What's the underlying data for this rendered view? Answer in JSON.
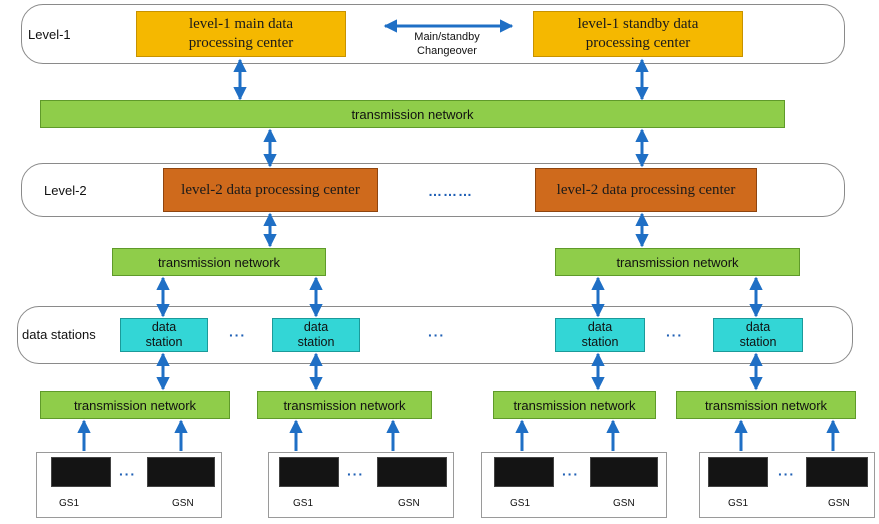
{
  "tiers": {
    "level1": "Level-1",
    "level2": "Level-2",
    "stations": "data stations"
  },
  "level1": {
    "main_center": "level-1 main data processing center",
    "standby_center": "level-1 standby data processing center",
    "changeover_line1": "Main/standby",
    "changeover_line2": "Changeover"
  },
  "level2": {
    "center_left": "level-2 data processing center",
    "center_right": "level-2 data processing center"
  },
  "networks": {
    "top": "transmission network",
    "mid_left": "transmission network",
    "mid_right": "transmission network",
    "bottom_1": "transmission network",
    "bottom_2": "transmission network",
    "bottom_3": "transmission network",
    "bottom_4": "transmission network"
  },
  "stations": [
    {
      "line1": "data",
      "line2": "station"
    },
    {
      "line1": "data",
      "line2": "station"
    },
    {
      "line1": "data",
      "line2": "station"
    },
    {
      "line1": "data",
      "line2": "station"
    }
  ],
  "ground_stations": {
    "first": "GS1",
    "last": "GSN"
  },
  "ellipsis": "………",
  "ellipsis_short": "···",
  "colors": {
    "arrow": "#1f6fc5",
    "level1_box": "#f5b800",
    "level2_box": "#cf6a1c",
    "network": "#8fcd4a",
    "station": "#33d6d6"
  }
}
